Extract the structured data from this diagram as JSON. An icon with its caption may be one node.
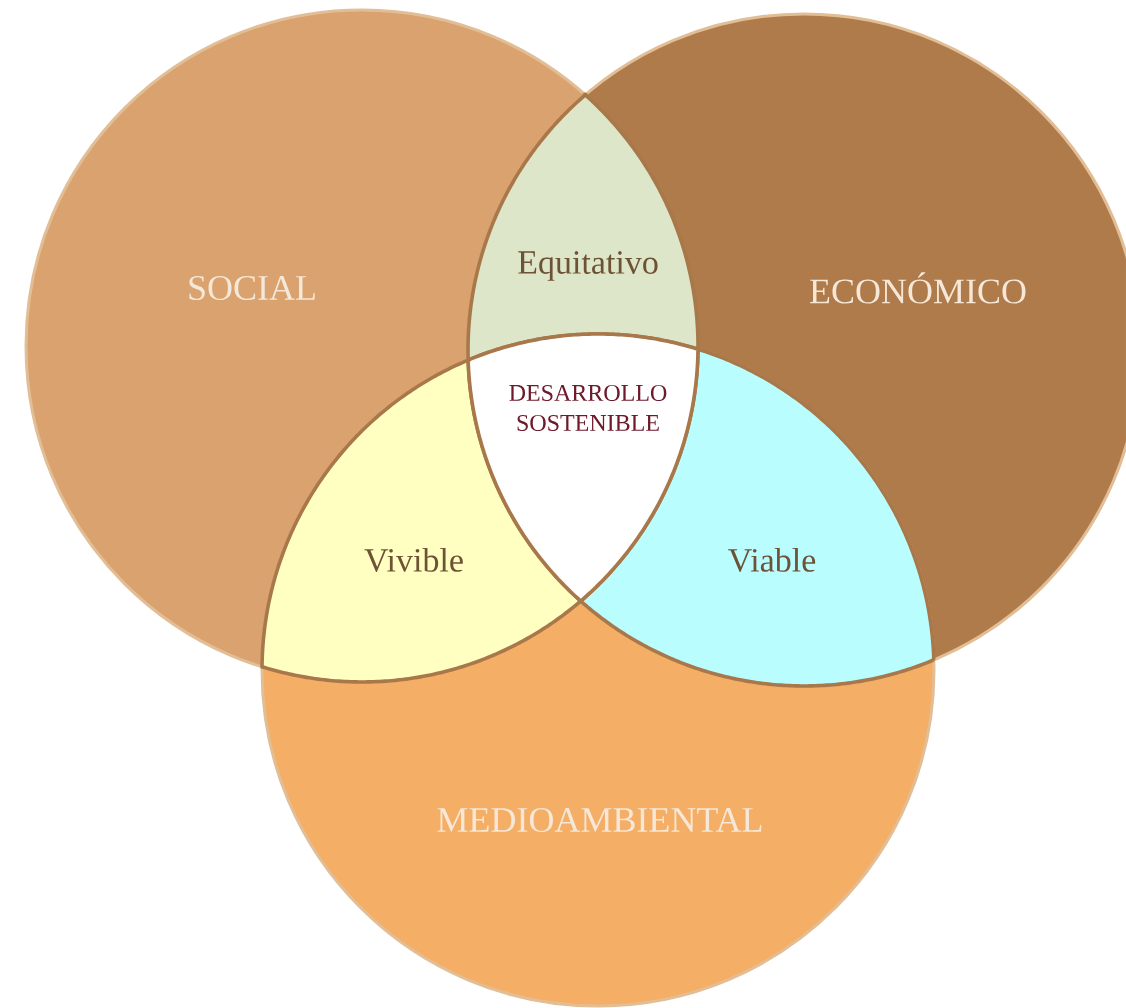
{
  "diagram": {
    "nodes": [
      {
        "text": [
          "SOCIAL"
        ]
      },
      {
        "text": [
          "ECONÓMICO"
        ]
      },
      {
        "text": [
          "MEDIOAMBIENTAL"
        ]
      },
      {
        "text": [
          "Equitativo"
        ]
      },
      {
        "text": [
          "Vivible"
        ]
      },
      {
        "text": [
          "Viable"
        ]
      },
      {
        "text": [
          "DESARROLLO SOSTENIBLE"
        ]
      }
    ]
  }
}
